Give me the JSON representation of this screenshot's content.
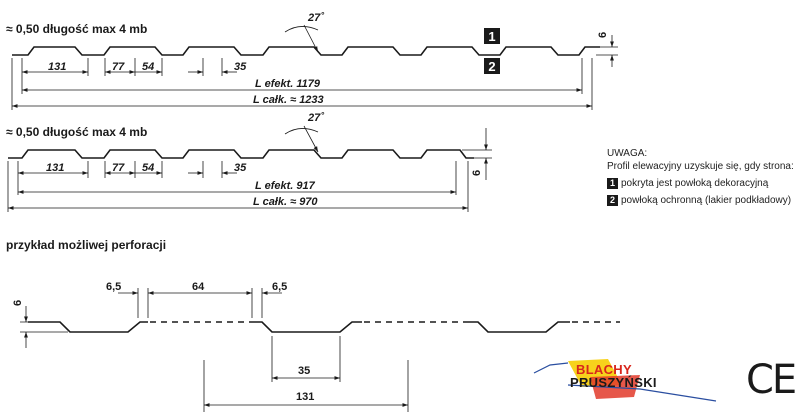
{
  "profile1": {
    "heading": "≈ 0,50   długość max 4 mb",
    "angle": "27˚",
    "d131": "131",
    "d77": "77",
    "d54": "54",
    "d35": "35",
    "l_efekt": "L efekt. 1179",
    "l_calk": "L całk. ≈ 1233",
    "height": "6",
    "side1": "1",
    "side2": "2"
  },
  "profile2": {
    "heading": "≈ 0,50   długość max 4 mb",
    "angle": "27˚",
    "d131": "131",
    "d77": "77",
    "d54": "54",
    "d35": "35",
    "l_efekt": "L efekt. 917",
    "l_calk": "L całk. ≈ 970",
    "height": "6"
  },
  "note": {
    "title": "UWAGA:",
    "text": "Profil elewacyjny uzyskuje się, gdy strona:",
    "item1_num": "1",
    "item1": "pokryta jest powłoką dekoracyjną",
    "item2_num": "2",
    "item2": "powłoką ochronną (lakier podkładowy)"
  },
  "perforation": {
    "heading": "przykład możliwej perforacji",
    "d65a": "6,5",
    "d64": "64",
    "d65b": "6,5",
    "height": "6",
    "d35": "35",
    "d131": "131"
  },
  "logo": {
    "line1": "BLACHY",
    "line2": "PRUSZYŃSKI"
  },
  "ce": "CE"
}
